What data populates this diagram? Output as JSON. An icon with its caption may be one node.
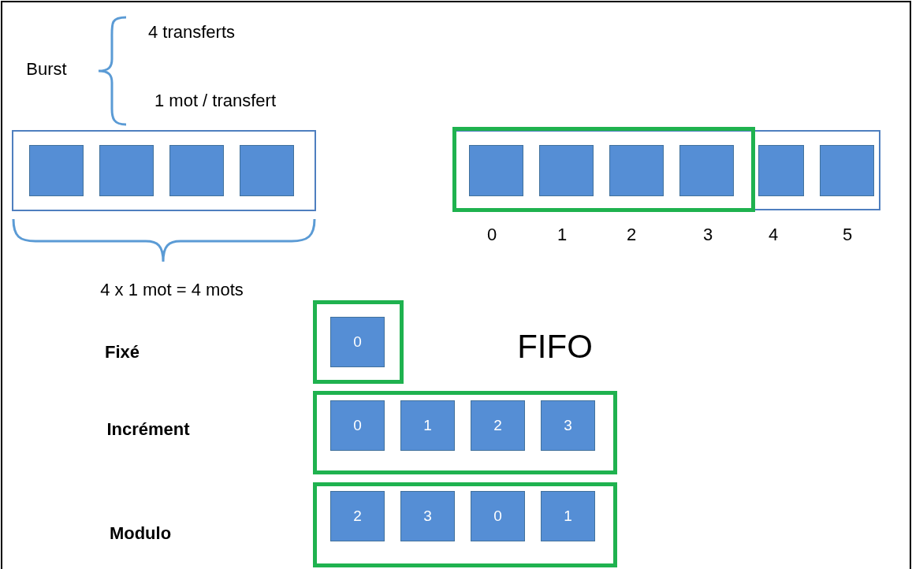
{
  "diagram": {
    "nodes": [
      {
        "text": [],
        "shape": "box"
      },
      {
        "text": [],
        "shape": "box",
        "in": 0
      },
      {
        "text": [],
        "shape": "box",
        "in": 0
      },
      {
        "text": [],
        "shape": "box",
        "in": 0
      },
      {
        "text": [],
        "shape": "box",
        "in": 0
      },
      {
        "text": [],
        "shape": "box"
      },
      {
        "text": [],
        "shape": "box",
        "in": 5
      },
      {
        "text": [],
        "shape": "box",
        "in": 6
      },
      {
        "text": [],
        "shape": "box",
        "in": 6
      },
      {
        "text": [],
        "shape": "box",
        "in": 6
      },
      {
        "text": [],
        "shape": "box",
        "in": 6
      },
      {
        "text": [],
        "shape": "box",
        "in": 5
      },
      {
        "text": [],
        "shape": "box",
        "in": 5
      },
      {
        "text": [],
        "shape": "box"
      },
      {
        "text": [
          "0"
        ],
        "in": 13
      },
      {
        "text": [],
        "shape": "box"
      },
      {
        "text": [
          "0"
        ],
        "in": 15
      },
      {
        "text": [
          "1"
        ],
        "in": 15
      },
      {
        "text": [
          "2"
        ],
        "in": 15
      },
      {
        "text": [
          "3"
        ],
        "in": 15
      },
      {
        "text": [],
        "shape": "box"
      },
      {
        "text": [
          "2"
        ],
        "in": 20
      },
      {
        "text": [
          "3"
        ],
        "in": 20
      },
      {
        "text": [
          "0"
        ],
        "in": 20
      },
      {
        "text": [
          "1"
        ],
        "in": 20
      }
    ],
    "labels": [
      "4 transferts",
      "Burst",
      "1 mot / transfert",
      "0",
      "1",
      "2",
      "3",
      "4",
      "5",
      "4 x 1 mot = 4 mots",
      "Fixé",
      "FIFO",
      "Incrément",
      "Modulo"
    ]
  }
}
